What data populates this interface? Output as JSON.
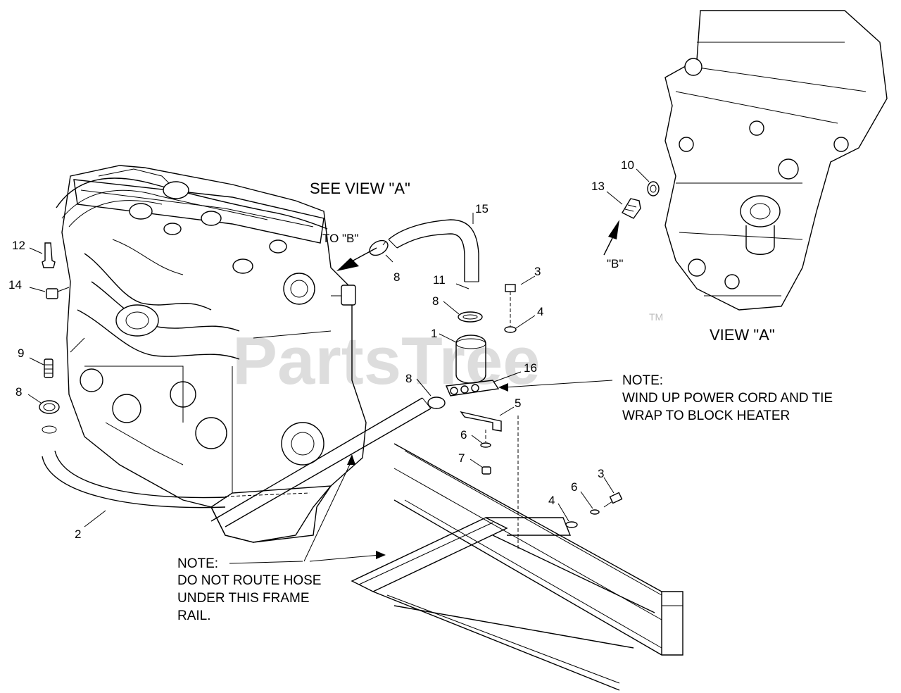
{
  "view_titles": {
    "see_view": "SEE VIEW \"A\"",
    "view_a": "VIEW \"A\"",
    "to_b": "TO \"B\"",
    "b_label": "\"B\""
  },
  "notes": {
    "note1": [
      "NOTE:",
      "WIND UP POWER CORD AND TIE",
      "WRAP TO BLOCK HEATER"
    ],
    "note2": [
      "NOTE:",
      "DO NOT ROUTE HOSE",
      "UNDER THIS FRAME",
      "RAIL."
    ]
  },
  "callouts": [
    {
      "id": "c15",
      "text": "15"
    },
    {
      "id": "c8a",
      "text": "8"
    },
    {
      "id": "c11",
      "text": "11"
    },
    {
      "id": "c3a",
      "text": "3"
    },
    {
      "id": "c8b",
      "text": "8"
    },
    {
      "id": "c4a",
      "text": "4"
    },
    {
      "id": "c1",
      "text": "1"
    },
    {
      "id": "c16",
      "text": "16"
    },
    {
      "id": "c8c",
      "text": "8"
    },
    {
      "id": "c5",
      "text": "5"
    },
    {
      "id": "c6a",
      "text": "6"
    },
    {
      "id": "c7",
      "text": "7"
    },
    {
      "id": "c12",
      "text": "12"
    },
    {
      "id": "c14",
      "text": "14"
    },
    {
      "id": "c9",
      "text": "9"
    },
    {
      "id": "c8d",
      "text": "8"
    },
    {
      "id": "c2",
      "text": "2"
    },
    {
      "id": "c3b",
      "text": "3"
    },
    {
      "id": "c6b",
      "text": "6"
    },
    {
      "id": "c4b",
      "text": "4"
    },
    {
      "id": "c10",
      "text": "10"
    },
    {
      "id": "c13",
      "text": "13"
    }
  ],
  "watermark": {
    "text": "PartsTree",
    "tm": "TM"
  }
}
